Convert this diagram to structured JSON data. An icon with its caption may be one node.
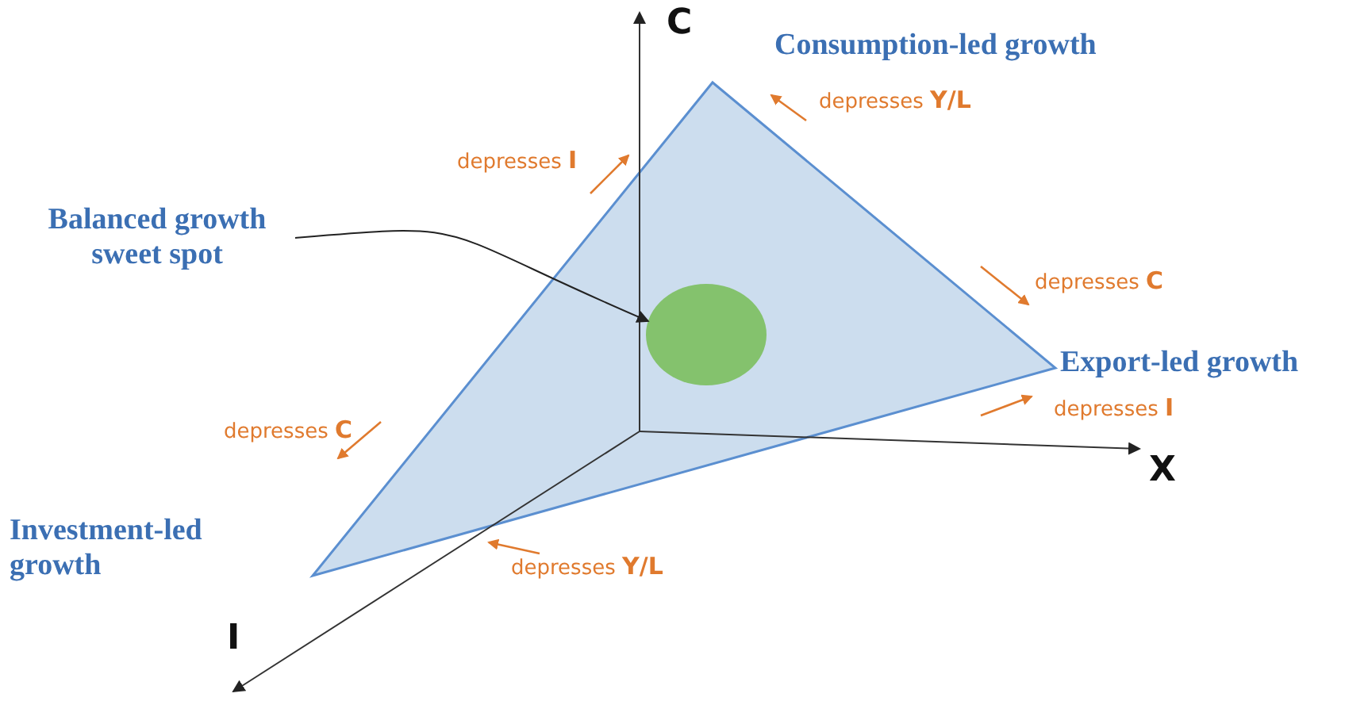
{
  "diagram": {
    "nodes": [
      {
        "text": [
          "Balanced growth sweet spot"
        ]
      },
      {
        "text": [],
        "shape": "circle"
      }
    ],
    "edges": [
      {
        "from": 0,
        "to": 1,
        "arrow": "to"
      }
    ],
    "labels": [
      "C",
      "Consumption-led growth",
      "depresses **Y/L**",
      "depresses **I**",
      "depresses **C**",
      "Export-led growth",
      "depresses **I**",
      "depresses **C**",
      "X",
      "Investment-led growth",
      "depresses **Y/L**",
      "I"
    ]
  }
}
